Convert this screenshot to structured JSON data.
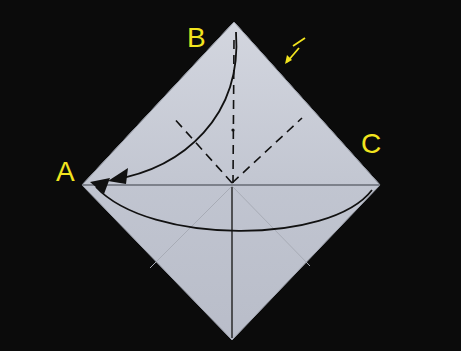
{
  "diagram": {
    "labels": [
      "B",
      "A",
      "C"
    ]
  }
}
